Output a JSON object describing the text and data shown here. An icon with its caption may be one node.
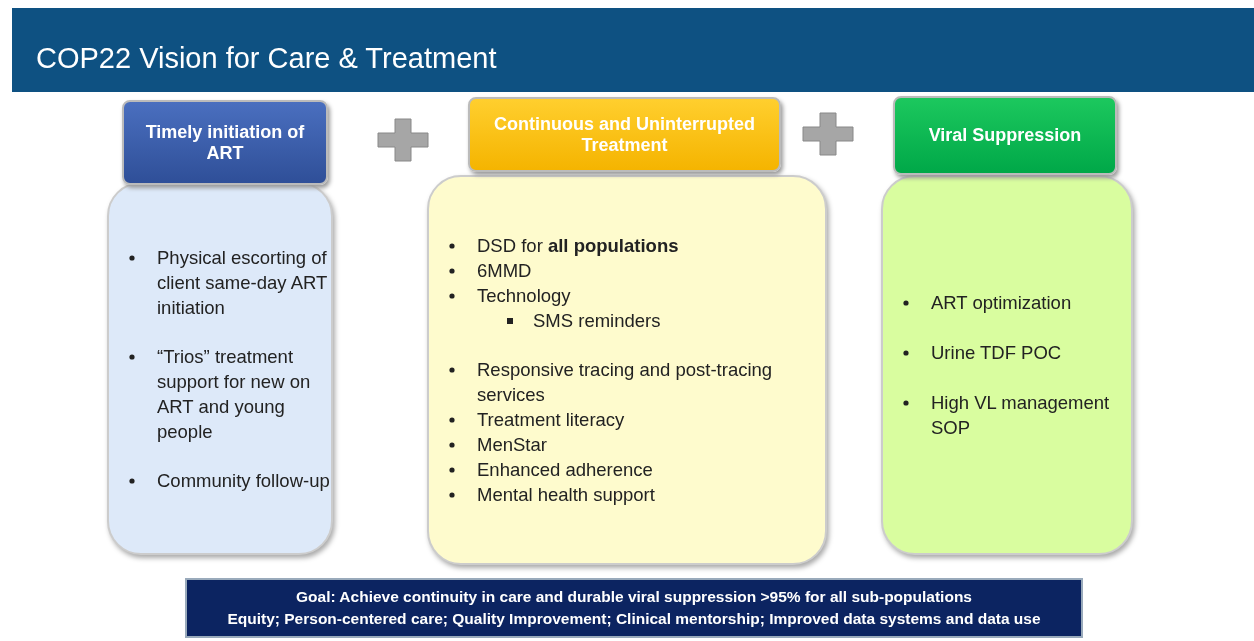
{
  "diagram": {
    "title": "COP22 Vision for Care & Treatment",
    "nodes": [
      {
        "text": [
          "Timely initiation of ART"
        ]
      },
      {
        "text": [
          "Physical escorting of client same-day ART initiation",
          "“Trios” treatment support for new on ART and young people",
          "Community follow-up"
        ]
      },
      {
        "text": [
          "Continuous and Uninterrupted  Treatment"
        ]
      },
      {
        "text": [
          "DSD for **all populations**",
          "6MMD",
          "Technology",
          "SMS reminders",
          "Responsive tracing and post-tracing services",
          "Treatment literacy",
          "MenStar",
          "Enhanced adherence",
          "Mental health support"
        ]
      },
      {
        "text": [
          "Viral Suppression"
        ]
      },
      {
        "text": [
          "ART optimization",
          "Urine TDF POC",
          "High VL management SOP"
        ]
      },
      {
        "text": [
          "Goal: Achieve continuity in care and durable viral suppression >95% for all sub-populations",
          "Equity; Person-centered care; Quality Improvement; Clinical mentorship; Improved data systems and data use"
        ]
      }
    ],
    "edges": []
  }
}
